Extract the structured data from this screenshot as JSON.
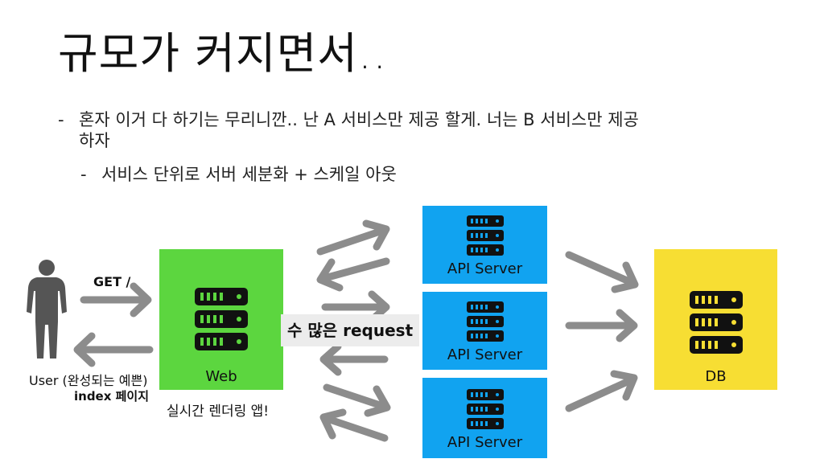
{
  "title": "규모가 커지면서..",
  "bullets": {
    "line1": "혼자 이거 다 하기는 무리니깐.. 난 A 서비스만 제공 할게. 너는 B 서비스만 제공",
    "line1_cont": "하자",
    "line2": "서비스 단위로 서버 세분화 + 스케일 아웃",
    "dash": "-"
  },
  "diagram": {
    "get_label": "GET /",
    "user_label": "User (완성되는 예쁜)",
    "index_label": "index 페이지",
    "web_label": "Web",
    "realtime_label": "실시간 렌더링 앱!",
    "request_label": "수 많은 request",
    "api_labels": [
      "API Server",
      "API Server",
      "API Server"
    ],
    "db_label": "DB",
    "colors": {
      "web": "#5cd63f",
      "api": "#11a3f0",
      "db": "#f7de33",
      "arrow": "#8c8c8c",
      "person": "#555555"
    },
    "icons": [
      "person-icon",
      "server-rack-icon"
    ]
  }
}
